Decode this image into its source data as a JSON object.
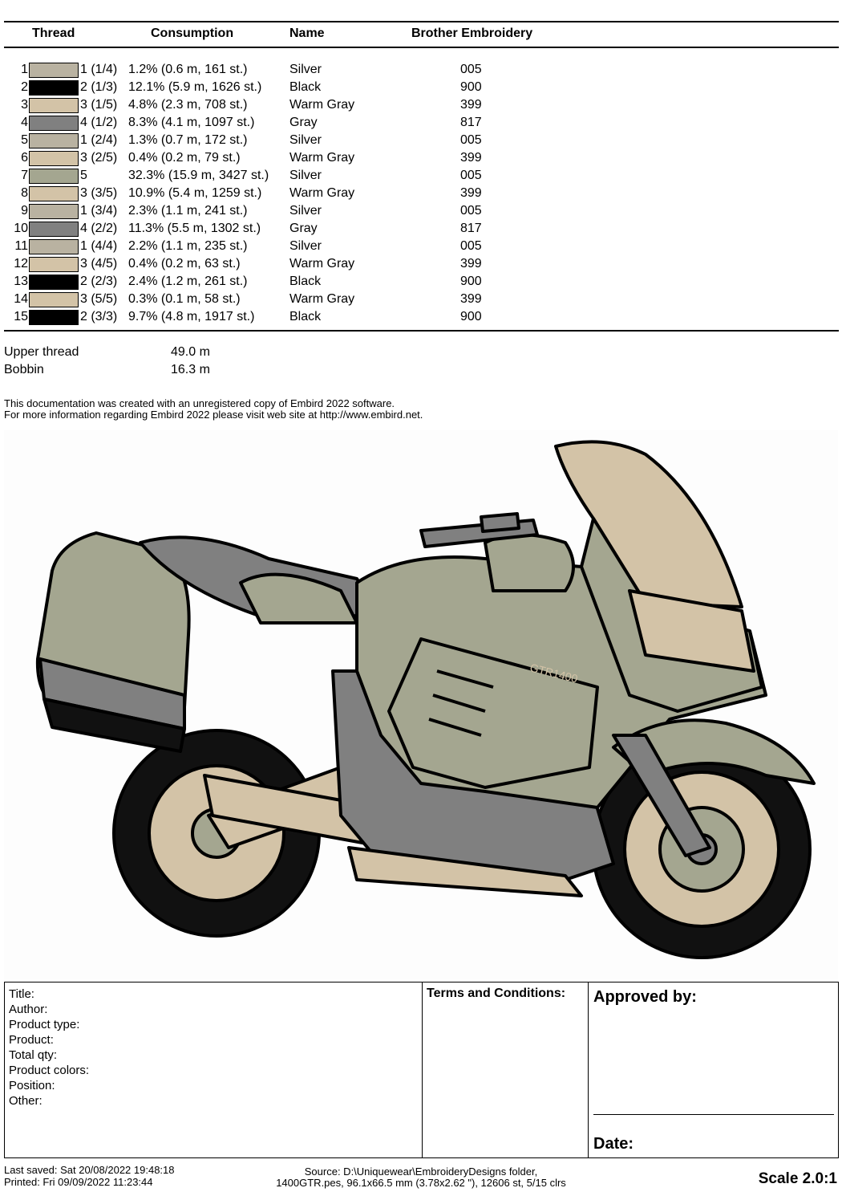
{
  "header": {
    "thread": "Thread",
    "consumption": "Consumption",
    "name": "Name",
    "brand": "Brother Embroidery"
  },
  "threads": [
    {
      "n": "1",
      "color": "#b9b2a1",
      "thread": "1 (1/4)",
      "consumption": "1.2% (0.6 m, 161 st.)",
      "name": "Silver",
      "code": "005"
    },
    {
      "n": "2",
      "color": "#000000",
      "thread": "2 (1/3)",
      "consumption": "12.1% (5.9 m, 1626 st.)",
      "name": "Black",
      "code": "900"
    },
    {
      "n": "3",
      "color": "#d3c3a7",
      "thread": "3 (1/5)",
      "consumption": "4.8% (2.3 m, 708 st.)",
      "name": "Warm Gray",
      "code": "399"
    },
    {
      "n": "4",
      "color": "#808080",
      "thread": "4 (1/2)",
      "consumption": "8.3% (4.1 m, 1097 st.)",
      "name": "Gray",
      "code": "817"
    },
    {
      "n": "5",
      "color": "#b9b2a1",
      "thread": "1 (2/4)",
      "consumption": "1.3% (0.7 m, 172 st.)",
      "name": "Silver",
      "code": "005"
    },
    {
      "n": "6",
      "color": "#d3c3a7",
      "thread": "3 (2/5)",
      "consumption": "0.4% (0.2 m, 79 st.)",
      "name": "Warm Gray",
      "code": "399"
    },
    {
      "n": "7",
      "color": "#a4a690",
      "thread": "5",
      "consumption": "32.3% (15.9 m, 3427 st.)",
      "name": "Silver",
      "code": "005"
    },
    {
      "n": "8",
      "color": "#d3c3a7",
      "thread": "3 (3/5)",
      "consumption": "10.9% (5.4 m, 1259 st.)",
      "name": "Warm Gray",
      "code": "399"
    },
    {
      "n": "9",
      "color": "#b9b2a1",
      "thread": "1 (3/4)",
      "consumption": "2.3% (1.1 m, 241 st.)",
      "name": "Silver",
      "code": "005"
    },
    {
      "n": "10",
      "color": "#808080",
      "thread": "4 (2/2)",
      "consumption": "11.3% (5.5 m, 1302 st.)",
      "name": "Gray",
      "code": "817"
    },
    {
      "n": "11",
      "color": "#b9b2a1",
      "thread": "1 (4/4)",
      "consumption": "2.2% (1.1 m, 235 st.)",
      "name": "Silver",
      "code": "005"
    },
    {
      "n": "12",
      "color": "#d3c3a7",
      "thread": "3 (4/5)",
      "consumption": "0.4% (0.2 m, 63 st.)",
      "name": "Warm Gray",
      "code": "399"
    },
    {
      "n": "13",
      "color": "#000000",
      "thread": "2 (2/3)",
      "consumption": "2.4% (1.2 m, 261 st.)",
      "name": "Black",
      "code": "900"
    },
    {
      "n": "14",
      "color": "#d3c3a7",
      "thread": "3 (5/5)",
      "consumption": "0.3% (0.1 m, 58 st.)",
      "name": "Warm Gray",
      "code": "399"
    },
    {
      "n": "15",
      "color": "#000000",
      "thread": "2 (3/3)",
      "consumption": "9.7% (4.8 m, 1917 st.)",
      "name": "Black",
      "code": "900"
    }
  ],
  "totals": {
    "upper_label": "Upper thread",
    "upper_value": "49.0 m",
    "bobbin_label": "Bobbin",
    "bobbin_value": "16.3 m"
  },
  "notice": {
    "line1": "This documentation was created with an unregistered copy of Embird 2022 software.",
    "line2": "For more information regarding Embird 2022 please visit web site at http://www.embird.net."
  },
  "artwork": {
    "colors": {
      "khaki": "#a4a690",
      "warm_gray": "#d3c3a7",
      "gray": "#808080",
      "black": "#111111",
      "silver": "#b9b2a1"
    },
    "tank_text": "GTR1400"
  },
  "form": {
    "fields": [
      "Title:",
      "Author:",
      "Product type:",
      "Product:",
      "Total qty:",
      "Product colors:",
      "Position:",
      "Other:"
    ],
    "terms": "Terms and Conditions:",
    "approved": "Approved by:",
    "date": "Date:"
  },
  "footer": {
    "last_saved": "Last saved: Sat 20/08/2022 19:48:18",
    "printed": "Printed: Fri 09/09/2022 11:23:44",
    "source1": "Source: D:\\Uniquewear\\EmbroideryDesigns folder,",
    "source2": "1400GTR.pes, 96.1x66.5 mm (3.78x2.62 \"), 12606 st, 5/15 clrs",
    "scale": "Scale 2.0:1"
  }
}
